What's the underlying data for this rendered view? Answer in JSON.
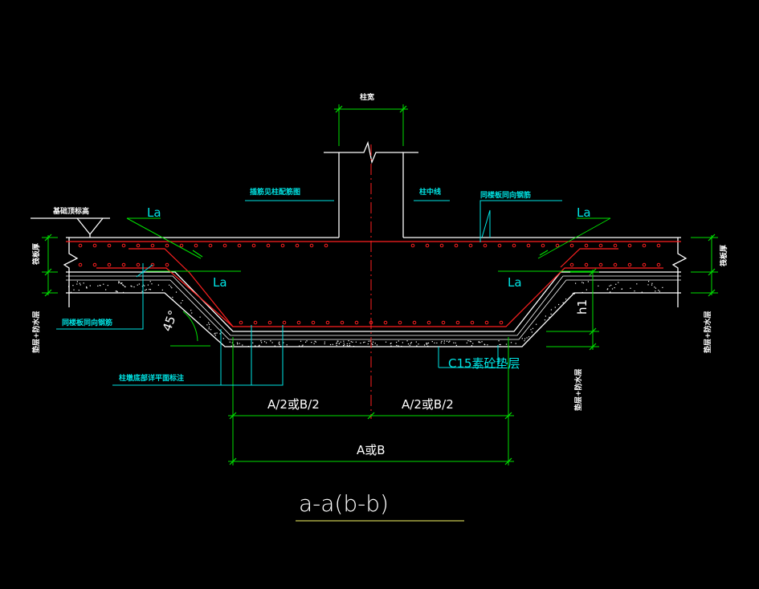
{
  "colors": {
    "background": "#000000",
    "outline": "#ffffff",
    "rebar": "#ff2020",
    "dimension": "#00e000",
    "leader": "#00e5e5",
    "title": "#ffffff",
    "underline": "#c8c850"
  },
  "labels": {
    "column_width": "柱宽",
    "column_center": "柱中线",
    "base_elevation": "基础顶标高",
    "column_dowel": "插筋见柱配筋图",
    "same_dir_top": "同楼板同向钢筋",
    "same_dir_bottom": "同楼板同向钢筋",
    "pit_bottom_note": "柱墩底部详平面标注",
    "cushion": "C15素砼垫层",
    "slab_thk_left": "筏板厚",
    "slab_thk_right": "筏板厚",
    "cushion_left": "垫层+防水层",
    "cushion_right": "垫层+防水层",
    "cushion_mid": "垫层+防水层",
    "la_top_left": "La",
    "la_top_right": "La",
    "la_mid_left": "La",
    "la_mid_right": "La",
    "angle": "45°",
    "h1": "h1",
    "dim_half_left": "A/2或B/2",
    "dim_half_right": "A/2或B/2",
    "dim_full": "A或B"
  },
  "title": "a-a(b-b)"
}
